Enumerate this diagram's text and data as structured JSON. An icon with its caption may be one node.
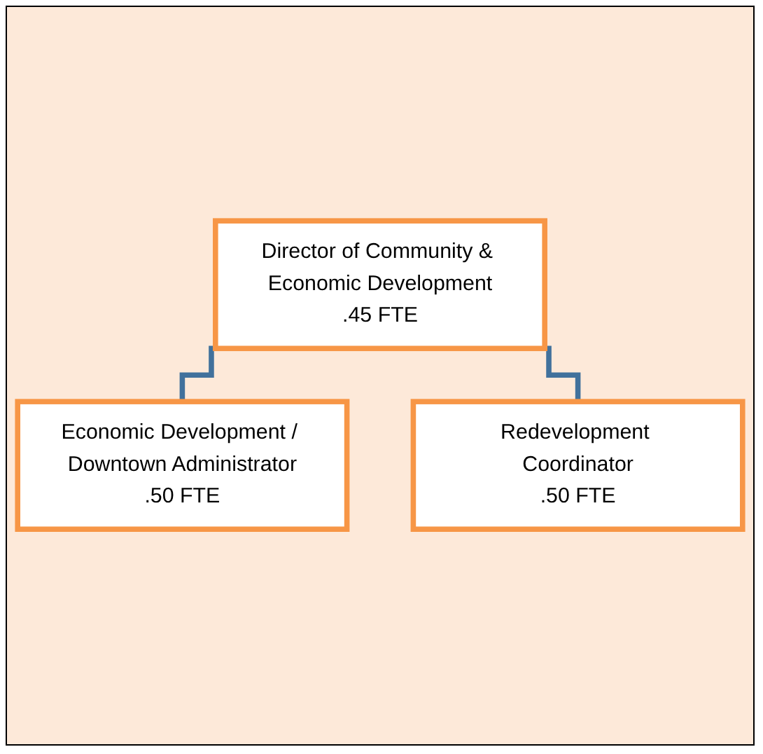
{
  "diagram": {
    "nodes": [
      {
        "text": [
          "Director of Community & Economic Development",
          ".45 FTE"
        ]
      },
      {
        "text": [
          "Economic Development / Downtown Administrator",
          ".50 FTE"
        ]
      },
      {
        "text": [
          "Redevelopment Coordinator",
          ".50 FTE"
        ]
      }
    ],
    "edges": [
      {
        "from": 0,
        "to": 1,
        "arrow": "none"
      },
      {
        "from": 0,
        "to": 2,
        "arrow": "none"
      }
    ]
  }
}
